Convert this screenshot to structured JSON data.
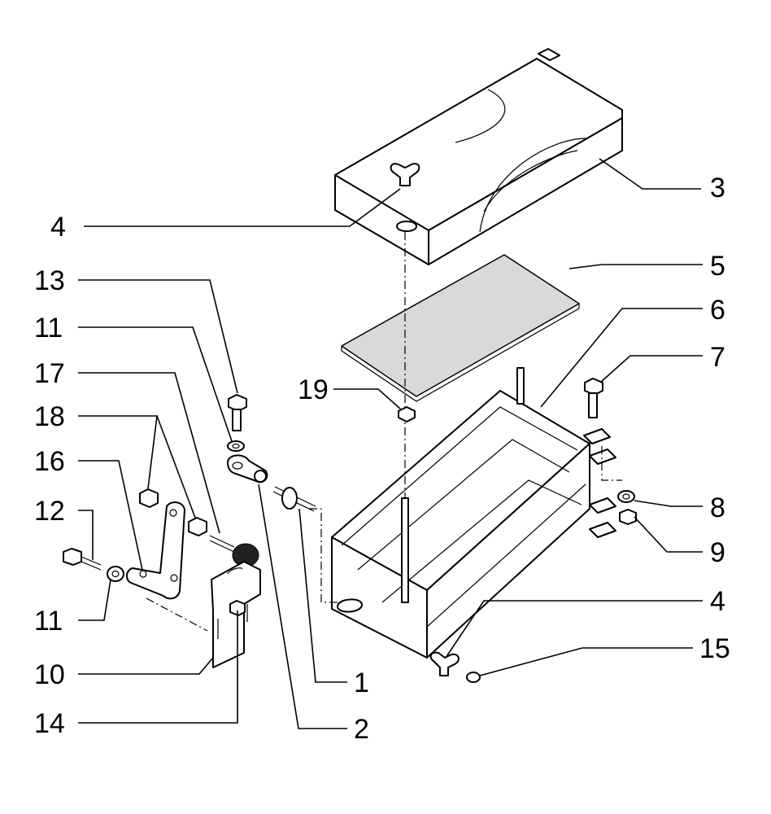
{
  "callouts": [
    {
      "id": "c3",
      "label": "3"
    },
    {
      "id": "c4a",
      "label": "4"
    },
    {
      "id": "c5",
      "label": "5"
    },
    {
      "id": "c13",
      "label": "13"
    },
    {
      "id": "c6",
      "label": "6"
    },
    {
      "id": "c11a",
      "label": "11"
    },
    {
      "id": "c7",
      "label": "7"
    },
    {
      "id": "c17",
      "label": "17"
    },
    {
      "id": "c19",
      "label": "19"
    },
    {
      "id": "c18",
      "label": "18"
    },
    {
      "id": "c16",
      "label": "16"
    },
    {
      "id": "c8",
      "label": "8"
    },
    {
      "id": "c12",
      "label": "12"
    },
    {
      "id": "c9",
      "label": "9"
    },
    {
      "id": "c4b",
      "label": "4"
    },
    {
      "id": "c11b",
      "label": "11"
    },
    {
      "id": "c15",
      "label": "15"
    },
    {
      "id": "c10",
      "label": "10"
    },
    {
      "id": "c1",
      "label": "1"
    },
    {
      "id": "c14",
      "label": "14"
    },
    {
      "id": "c2",
      "label": "2"
    }
  ]
}
